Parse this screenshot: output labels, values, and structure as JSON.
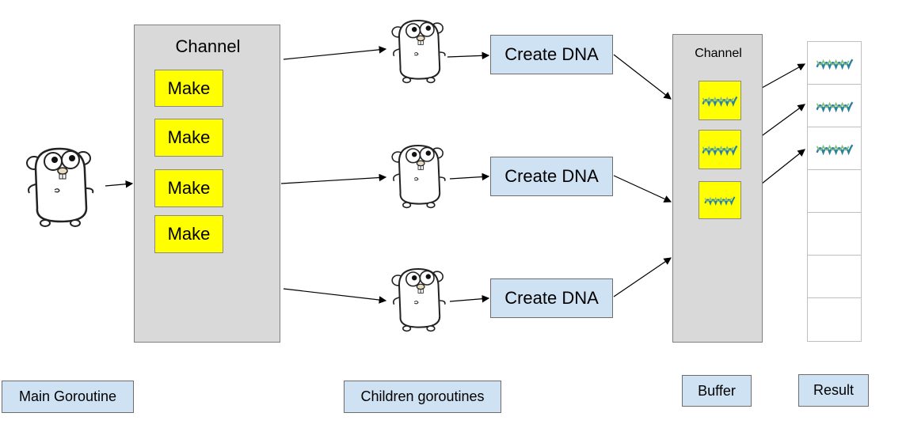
{
  "main_channel": {
    "title": "Channel",
    "items": [
      "Make",
      "Make",
      "Make",
      "Make"
    ]
  },
  "workers": [
    {
      "label": "Create DNA"
    },
    {
      "label": "Create DNA"
    },
    {
      "label": "Create DNA"
    }
  ],
  "buffer_channel": {
    "title": "Channel",
    "item_count": 3
  },
  "result": {
    "filled_cells": 3,
    "total_cells": 7
  },
  "legend": {
    "main": "Main Goroutine",
    "children": "Children goroutines",
    "buffer": "Buffer",
    "result": "Result"
  },
  "colors": {
    "gray_box": "#d9d9d9",
    "yellow": "#ffff00",
    "light_blue": "#cfe2f3",
    "gopher_body": "#ffffff",
    "dna": "#2b7fa0"
  },
  "icons": {
    "gopher": "go-gopher-mascot",
    "dna": "dna-helix"
  }
}
